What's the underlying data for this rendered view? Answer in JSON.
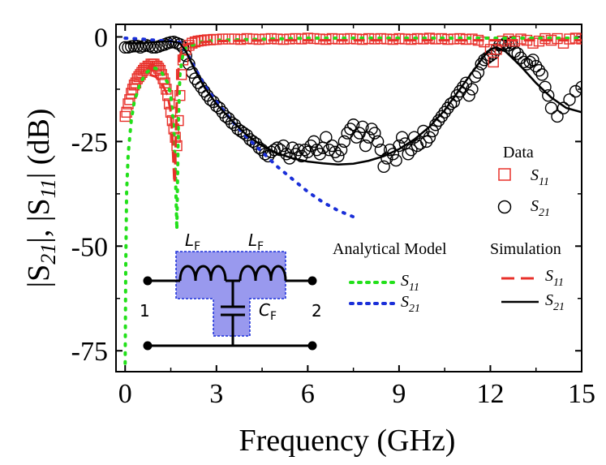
{
  "chart_data": {
    "type": "scatter",
    "xlabel": "Frequency (GHz)",
    "ylabel_parts": [
      "|S",
      "21",
      "|, |S",
      "11",
      "| (dB)"
    ],
    "xlim": [
      -0.3,
      15
    ],
    "ylim": [
      -80,
      3
    ],
    "x_ticks": [
      0,
      3,
      6,
      9,
      12,
      15
    ],
    "y_ticks": [
      0,
      -25,
      -50,
      -75
    ],
    "x_tick_labels": [
      "0",
      "3",
      "6",
      "9",
      "12",
      "15"
    ],
    "y_tick_labels": [
      "0",
      "-25",
      "-50",
      "-75"
    ],
    "legends": {
      "data": {
        "title": "Data",
        "entries": [
          {
            "sym": "S",
            "sub": "11",
            "marker": "square",
            "color": "#e8302a"
          },
          {
            "sym": "S",
            "sub": "21",
            "marker": "circle",
            "color": "#000000"
          }
        ]
      },
      "analytical": {
        "title": "Analytical Model",
        "entries": [
          {
            "sym": "S",
            "sub": "11",
            "style": "dotted",
            "color": "#22e01a"
          },
          {
            "sym": "S",
            "sub": "21",
            "style": "dotted",
            "color": "#1a2fd8"
          }
        ]
      },
      "simulation": {
        "title": "Simulation",
        "entries": [
          {
            "sym": "S",
            "sub": "11",
            "style": "dashed",
            "color": "#e8302a"
          },
          {
            "sym": "S",
            "sub": "21",
            "style": "solid",
            "color": "#000000"
          }
        ]
      }
    },
    "circuit": {
      "inductor_label": "L",
      "inductor_sub": "F",
      "capacitor_label": "C",
      "capacitor_sub": "F",
      "port1": "1",
      "port2": "2",
      "fill_color": "#9999ee"
    },
    "series": [
      {
        "name": "Simulation S21",
        "style": "solid",
        "color": "#000000",
        "x": [
          0,
          0.5,
          1.0,
          1.5,
          1.8,
          2.0,
          2.3,
          2.6,
          3.0,
          3.5,
          4.0,
          4.5,
          5.0,
          5.5,
          6.0,
          6.5,
          7.0,
          7.5,
          8.0,
          8.5,
          9.0,
          9.5,
          10.0,
          10.5,
          11.0,
          11.5,
          11.8,
          12.0,
          12.2,
          12.5,
          13.0,
          13.5,
          14.0,
          14.5,
          15.0
        ],
        "y": [
          -1.5,
          -1.5,
          -1.2,
          -1.0,
          -1.5,
          -3.5,
          -8,
          -12,
          -16,
          -20,
          -23.5,
          -26,
          -27.8,
          -29,
          -29.8,
          -30.2,
          -30.5,
          -30.3,
          -29.6,
          -28.5,
          -26.8,
          -24.5,
          -21.5,
          -17.5,
          -12.5,
          -7.5,
          -4.5,
          -3.0,
          -2.5,
          -3.5,
          -7,
          -11,
          -14.5,
          -17,
          -18
        ]
      },
      {
        "name": "Simulation S11",
        "style": "dashed",
        "color": "#e8302a",
        "x": [
          0.8,
          1.0,
          1.2,
          1.4,
          1.5,
          1.55,
          1.6,
          1.62,
          1.64,
          1.66,
          1.7,
          1.75,
          1.8,
          1.9,
          2.0,
          2.2,
          2.6,
          3.0,
          5.0,
          8.0,
          11.0,
          12.0,
          13.0,
          15.0
        ],
        "y": [
          -9,
          -9.5,
          -11,
          -14,
          -18,
          -24,
          -32,
          -35,
          -33,
          -25,
          -15,
          -8,
          -4.5,
          -2.5,
          -1.8,
          -1.5,
          -1.2,
          -1.0,
          -0.8,
          -0.8,
          -0.8,
          -0.8,
          -0.8,
          -0.8
        ]
      },
      {
        "name": "Analytical S11",
        "style": "dotted",
        "color": "#22e01a",
        "x": [
          0.0,
          0.02,
          0.05,
          0.1,
          0.2,
          0.3,
          0.5,
          0.7,
          0.9,
          1.0,
          1.2,
          1.4,
          1.5,
          1.6,
          1.65,
          1.7,
          1.75,
          1.8,
          1.9,
          2.0,
          2.5,
          3.0,
          6.0,
          10.0,
          15.0
        ],
        "y": [
          -78,
          -55,
          -37,
          -28,
          -20,
          -15.5,
          -11,
          -8.5,
          -7.5,
          -7.5,
          -8.5,
          -11,
          -14,
          -22,
          -32,
          -46,
          -20,
          -9,
          -4,
          -2.5,
          -1.2,
          -0.8,
          -0.3,
          -0.3,
          -0.3
        ]
      },
      {
        "name": "Analytical S21",
        "style": "dotted",
        "color": "#1a2fd8",
        "x": [
          0,
          0.5,
          1.0,
          1.5,
          1.8,
          2.0,
          2.3,
          2.6,
          3.0,
          3.5,
          4.0,
          4.5,
          5.0,
          5.5,
          6.0,
          6.5,
          7.0,
          7.5
        ],
        "y": [
          -0.3,
          -0.5,
          -0.8,
          -1.0,
          -1.3,
          -3.5,
          -7.5,
          -11.5,
          -15.5,
          -20,
          -24,
          -27.5,
          -31,
          -34,
          -37,
          -39.5,
          -41.5,
          -43
        ]
      },
      {
        "name": "Data S11",
        "marker": "square",
        "color": "#e8302a",
        "x": [
          0.0,
          0.05,
          0.1,
          0.15,
          0.2,
          0.25,
          0.3,
          0.35,
          0.4,
          0.45,
          0.5,
          0.55,
          0.6,
          0.65,
          0.7,
          0.75,
          0.8,
          0.85,
          0.9,
          0.95,
          1.0,
          1.05,
          1.1,
          1.15,
          1.2,
          1.25,
          1.3,
          1.35,
          1.4,
          1.45,
          1.5,
          1.55,
          1.6,
          1.65,
          1.7,
          1.75,
          1.8,
          1.85,
          1.9,
          2.0,
          2.1,
          2.2,
          2.3,
          2.4,
          2.5,
          2.6,
          2.7,
          2.8,
          2.9,
          3.0,
          3.2,
          3.4,
          3.6,
          3.8,
          4.0,
          4.2,
          4.4,
          4.6,
          4.8,
          5.0,
          5.2,
          5.4,
          5.6,
          5.8,
          6.0,
          6.2,
          6.4,
          6.6,
          6.8,
          7.0,
          7.2,
          7.4,
          7.6,
          7.8,
          8.0,
          8.2,
          8.4,
          8.6,
          8.8,
          9.0,
          9.2,
          9.4,
          9.6,
          9.8,
          10.0,
          10.2,
          10.4,
          10.6,
          10.8,
          11.0,
          11.2,
          11.4,
          11.6,
          11.8,
          12.0,
          12.1,
          12.2,
          12.4,
          12.6,
          12.8,
          13.0,
          13.2,
          13.4,
          13.6,
          13.8,
          14.0,
          14.2,
          14.4,
          14.6,
          14.8,
          15.0
        ],
        "y": [
          -19,
          -18,
          -16,
          -15,
          -13.5,
          -12.5,
          -11.5,
          -11,
          -10,
          -9.5,
          -9,
          -8.5,
          -8,
          -7.5,
          -7.5,
          -7,
          -7,
          -6.5,
          -6.5,
          -6.5,
          -7,
          -7,
          -7.5,
          -8,
          -9,
          -10,
          -11,
          -12.5,
          -14,
          -16,
          -18,
          -20,
          -22,
          -24,
          -26,
          -20,
          -14,
          -9,
          -5.5,
          -3,
          -2,
          -1.5,
          -1.2,
          -1,
          -0.9,
          -0.8,
          -0.7,
          -0.7,
          -0.6,
          -0.6,
          -0.5,
          -0.5,
          -0.5,
          -0.6,
          -0.4,
          -0.5,
          -0.6,
          -0.5,
          -0.4,
          -0.5,
          -0.6,
          -0.5,
          -0.4,
          -0.5,
          -0.3,
          -0.4,
          -0.5,
          -0.6,
          -0.4,
          -0.5,
          -0.5,
          -0.4,
          -0.5,
          -0.6,
          -0.4,
          -0.5,
          -0.4,
          -0.5,
          -0.6,
          -0.4,
          -0.5,
          -0.6,
          -0.4,
          -0.5,
          -0.3,
          -0.5,
          -0.4,
          -0.6,
          -0.5,
          -0.4,
          -0.6,
          -0.5,
          -0.8,
          -1.2,
          -3,
          -6,
          -3,
          -1,
          -0.5,
          -1,
          -0.5,
          -0.8,
          -1.5,
          -1,
          -0.4,
          -0.8,
          -0.4,
          -1.5,
          -0.5,
          -0.3,
          -0.5
        ]
      },
      {
        "name": "Data S21",
        "marker": "circle",
        "color": "#000000",
        "x": [
          0.0,
          0.1,
          0.2,
          0.3,
          0.4,
          0.5,
          0.6,
          0.7,
          0.8,
          0.9,
          1.0,
          1.1,
          1.2,
          1.3,
          1.4,
          1.5,
          1.6,
          1.7,
          1.8,
          1.9,
          2.0,
          2.1,
          2.2,
          2.3,
          2.4,
          2.5,
          2.6,
          2.7,
          2.8,
          2.9,
          3.0,
          3.1,
          3.2,
          3.3,
          3.4,
          3.5,
          3.6,
          3.7,
          3.8,
          3.9,
          4.0,
          4.1,
          4.2,
          4.3,
          4.4,
          4.5,
          4.6,
          4.7,
          4.8,
          4.9,
          5.0,
          5.1,
          5.2,
          5.3,
          5.4,
          5.5,
          5.6,
          5.7,
          5.8,
          5.9,
          6.0,
          6.1,
          6.2,
          6.3,
          6.4,
          6.5,
          6.6,
          6.7,
          6.8,
          6.9,
          7.0,
          7.1,
          7.2,
          7.3,
          7.4,
          7.5,
          7.6,
          7.7,
          7.8,
          7.9,
          8.0,
          8.1,
          8.2,
          8.3,
          8.4,
          8.5,
          8.6,
          8.7,
          8.8,
          8.9,
          9.0,
          9.1,
          9.2,
          9.3,
          9.4,
          9.5,
          9.6,
          9.7,
          9.8,
          9.9,
          10.0,
          10.1,
          10.2,
          10.3,
          10.4,
          10.5,
          10.6,
          10.7,
          10.8,
          10.9,
          11.0,
          11.1,
          11.2,
          11.3,
          11.4,
          11.5,
          11.6,
          11.7,
          11.8,
          11.9,
          12.0,
          12.1,
          12.2,
          12.3,
          12.4,
          12.5,
          12.6,
          12.7,
          12.8,
          12.9,
          13.0,
          13.1,
          13.2,
          13.3,
          13.4,
          13.5,
          13.6,
          13.7,
          13.8,
          13.9,
          14.0,
          14.2,
          14.4,
          14.6,
          14.8,
          15.0
        ],
        "y": [
          -2.5,
          -2.5,
          -2.3,
          -2.2,
          -2.2,
          -2.5,
          -2.2,
          -2.0,
          -2.2,
          -2.5,
          -2.5,
          -2.3,
          -2.0,
          -1.8,
          -1.5,
          -1.3,
          -1.2,
          -1.5,
          -1.8,
          -2.5,
          -4.5,
          -6.5,
          -8.5,
          -10,
          -11,
          -12,
          -13,
          -14,
          -15,
          -15.5,
          -16.5,
          -17,
          -18,
          -19,
          -19.5,
          -20.5,
          -21,
          -22,
          -22.5,
          -23,
          -23.5,
          -24.5,
          -25,
          -25.5,
          -26.5,
          -27,
          -28,
          -28.5,
          -27.5,
          -27,
          -26.5,
          -27,
          -26,
          -28,
          -29,
          -26.5,
          -28,
          -27,
          -28.5,
          -27,
          -27.5,
          -26,
          -25,
          -27,
          -28,
          -26.5,
          -24,
          -27,
          -26,
          -27.5,
          -28.5,
          -27,
          -25,
          -23,
          -22,
          -21,
          -24,
          -23,
          -21.5,
          -26,
          -24,
          -22,
          -23,
          -25,
          -27,
          -31,
          -29,
          -27,
          -28,
          -29.5,
          -26,
          -24,
          -25.5,
          -28,
          -27,
          -24,
          -26,
          -25.5,
          -22.5,
          -25,
          -24,
          -22.5,
          -21,
          -20,
          -19,
          -18,
          -17,
          -16,
          -15.5,
          -14,
          -13,
          -12,
          -11,
          -14,
          -12.5,
          -9.5,
          -8.5,
          -6.5,
          -5.5,
          -5,
          -4.5,
          -4,
          -3,
          -2,
          -2,
          -1.5,
          -2,
          -1.5,
          -3.5,
          -4,
          -5,
          -6,
          -6.5,
          -6,
          -5.5,
          -7,
          -8,
          -9,
          -12,
          -14,
          -17,
          -19,
          -17,
          -15,
          -13,
          -12
        ]
      }
    ]
  }
}
